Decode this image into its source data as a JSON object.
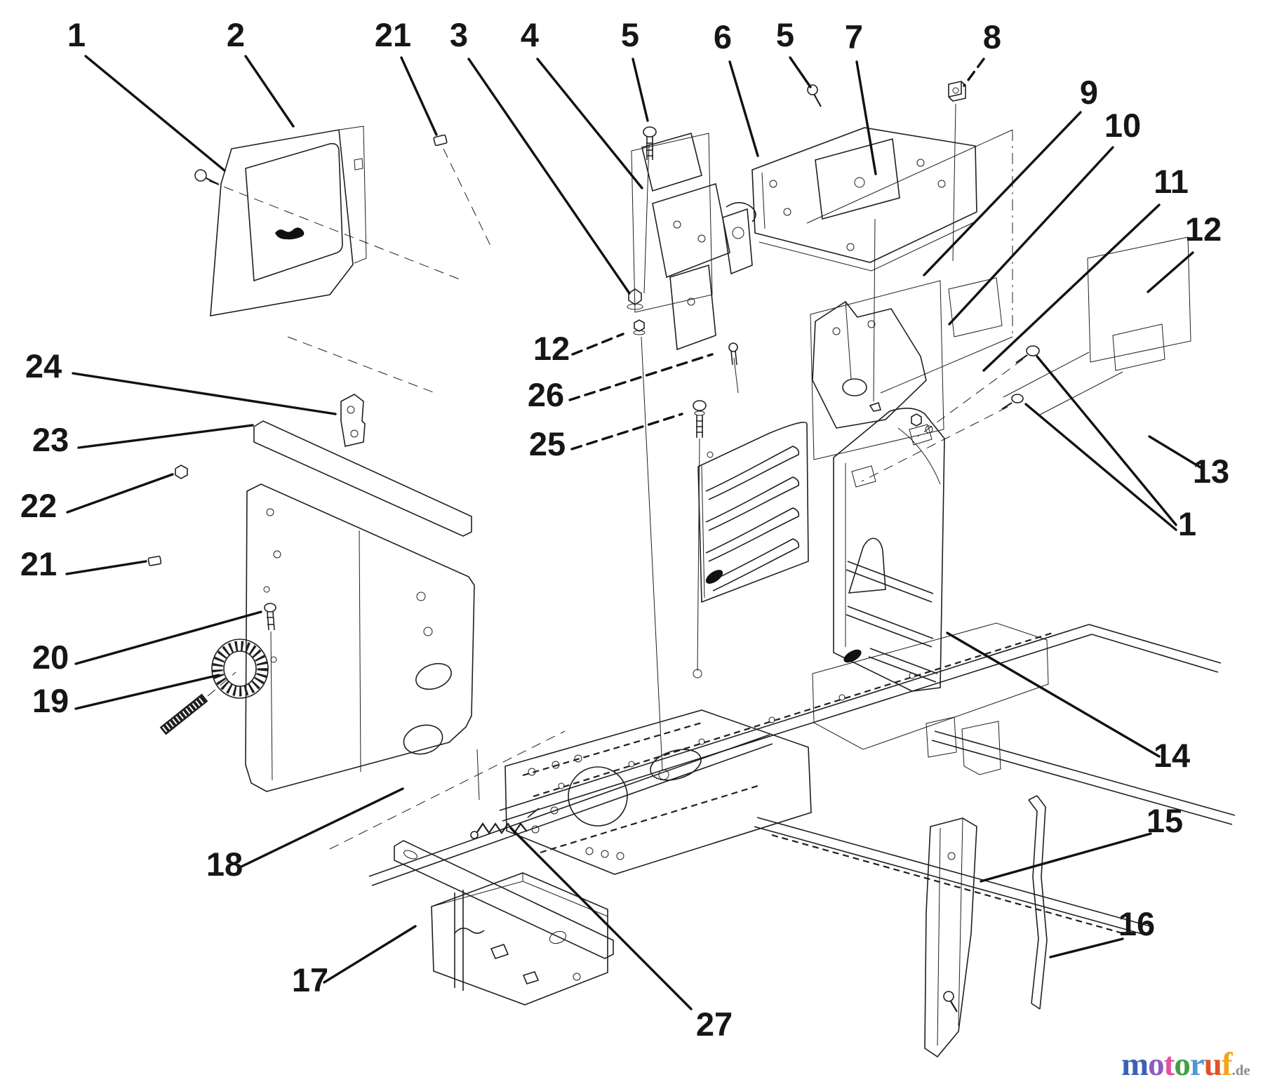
{
  "canvas": {
    "background": "#ffffff",
    "line_color": "#1f1f1f",
    "label_color": "#161616"
  },
  "callouts": [
    {
      "id": "1-top",
      "label": "1"
    },
    {
      "id": "2",
      "label": "2"
    },
    {
      "id": "21-top",
      "label": "21"
    },
    {
      "id": "3",
      "label": "3"
    },
    {
      "id": "4",
      "label": "4"
    },
    {
      "id": "5-left",
      "label": "5"
    },
    {
      "id": "6",
      "label": "6"
    },
    {
      "id": "5-right",
      "label": "5"
    },
    {
      "id": "7",
      "label": "7"
    },
    {
      "id": "8",
      "label": "8"
    },
    {
      "id": "9",
      "label": "9"
    },
    {
      "id": "10",
      "label": "10"
    },
    {
      "id": "11",
      "label": "11"
    },
    {
      "id": "12-right",
      "label": "12"
    },
    {
      "id": "13",
      "label": "13"
    },
    {
      "id": "1-right",
      "label": "1"
    },
    {
      "id": "14",
      "label": "14"
    },
    {
      "id": "15",
      "label": "15"
    },
    {
      "id": "16",
      "label": "16"
    },
    {
      "id": "24",
      "label": "24"
    },
    {
      "id": "23",
      "label": "23"
    },
    {
      "id": "22",
      "label": "22"
    },
    {
      "id": "21-left",
      "label": "21"
    },
    {
      "id": "20",
      "label": "20"
    },
    {
      "id": "19",
      "label": "19"
    },
    {
      "id": "18",
      "label": "18"
    },
    {
      "id": "17",
      "label": "17"
    },
    {
      "id": "12-mid",
      "label": "12"
    },
    {
      "id": "26",
      "label": "26"
    },
    {
      "id": "25",
      "label": "25"
    },
    {
      "id": "27",
      "label": "27"
    }
  ],
  "logo": {
    "text": "motoruf.de",
    "letters": [
      {
        "char": "m",
        "color": "#3A62B4"
      },
      {
        "char": "o",
        "color": "#8F5BBF"
      },
      {
        "char": "t",
        "color": "#E4509E"
      },
      {
        "char": "o",
        "color": "#43A047"
      },
      {
        "char": "r",
        "color": "#4D97D6"
      },
      {
        "char": "u",
        "color": "#E2512A"
      },
      {
        "char": "f",
        "color": "#F2A61B"
      }
    ],
    "suffix": {
      "char": ".de",
      "color": "#8C8C8C"
    }
  }
}
